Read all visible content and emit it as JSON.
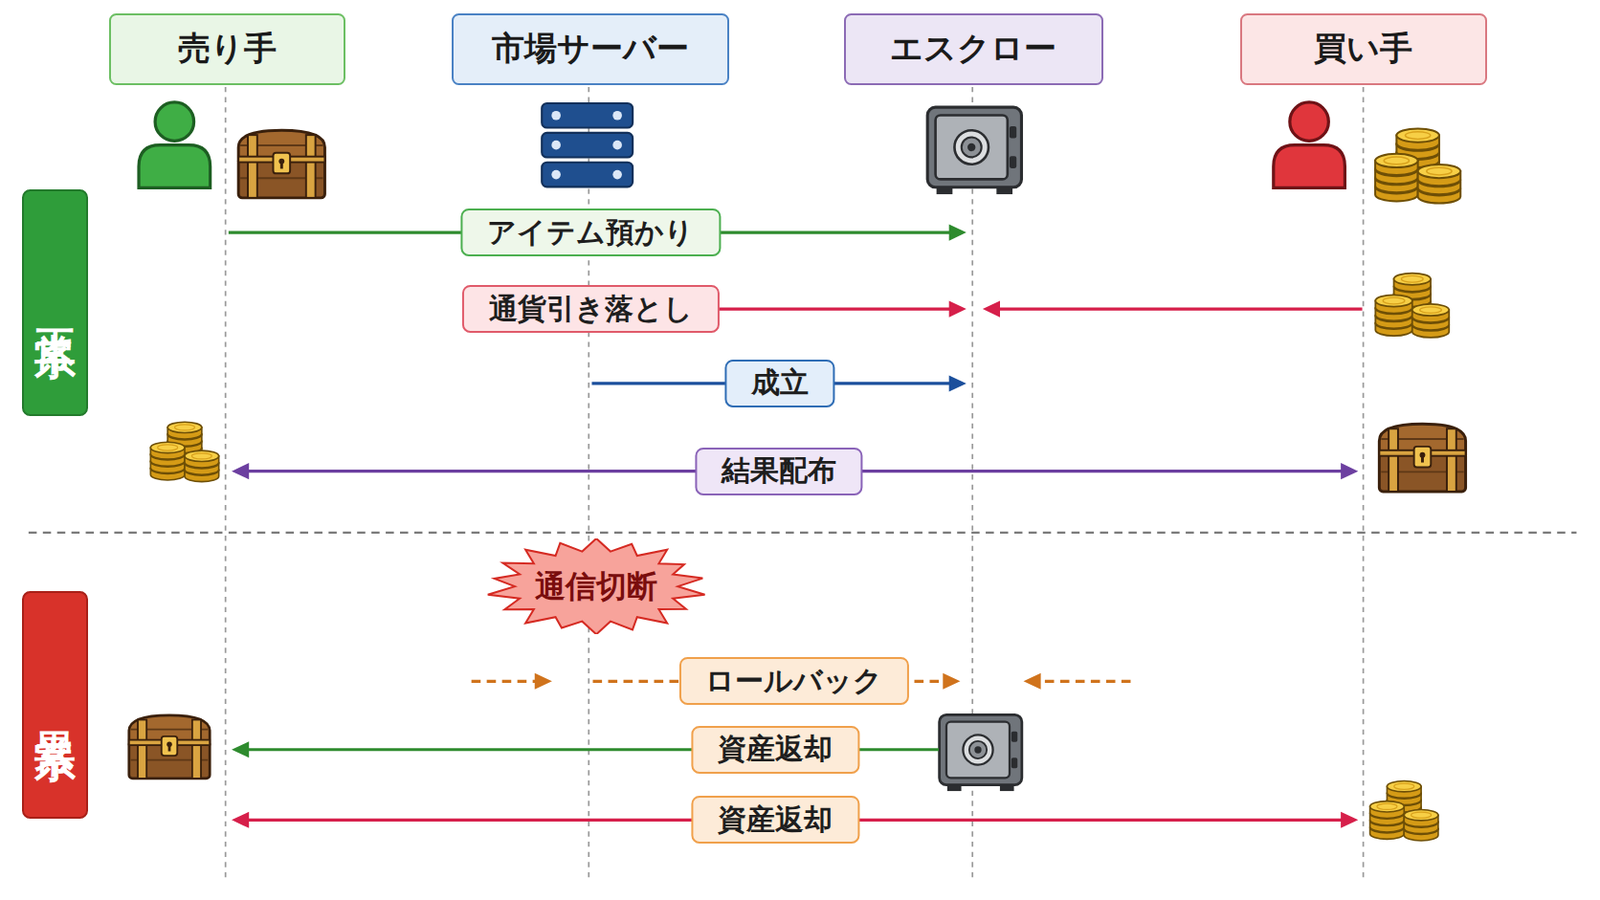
{
  "diagram": {
    "nodes": [
      {
        "text": [
          "売り手"
        ]
      },
      {
        "text": [
          "市場サーバー"
        ]
      },
      {
        "text": [
          "エスクロー"
        ]
      },
      {
        "text": [
          "買い手"
        ]
      },
      {
        "text": [
          "正常系"
        ]
      },
      {
        "text": [
          "通信切断"
        ]
      },
      {
        "text": [
          "異常系"
        ]
      }
    ],
    "edges": [
      {
        "from": 0,
        "to": 2,
        "label": "アイテム預かり",
        "arrow": "to"
      },
      {
        "from": 1,
        "to": 2,
        "label": "通貨引き落とし",
        "arrow": "to"
      },
      {
        "from": 3,
        "to": 2,
        "arrow": "to"
      },
      {
        "from": 1,
        "to": 2,
        "label": "成立",
        "arrow": "to"
      },
      {
        "from": 0,
        "to": 3,
        "label": "結果配布",
        "arrow": "both"
      },
      {
        "from": 0,
        "to": 1,
        "arrow": "to"
      },
      {
        "from": 1,
        "to": 2,
        "label": "ロールバック",
        "arrow": "to"
      },
      {
        "from": 3,
        "to": 2,
        "arrow": "to"
      },
      {
        "from": 2,
        "to": 0,
        "label": "資産返却",
        "arrow": "to"
      },
      {
        "from": 0,
        "to": 3,
        "label": "資産返却",
        "arrow": "both"
      }
    ]
  }
}
